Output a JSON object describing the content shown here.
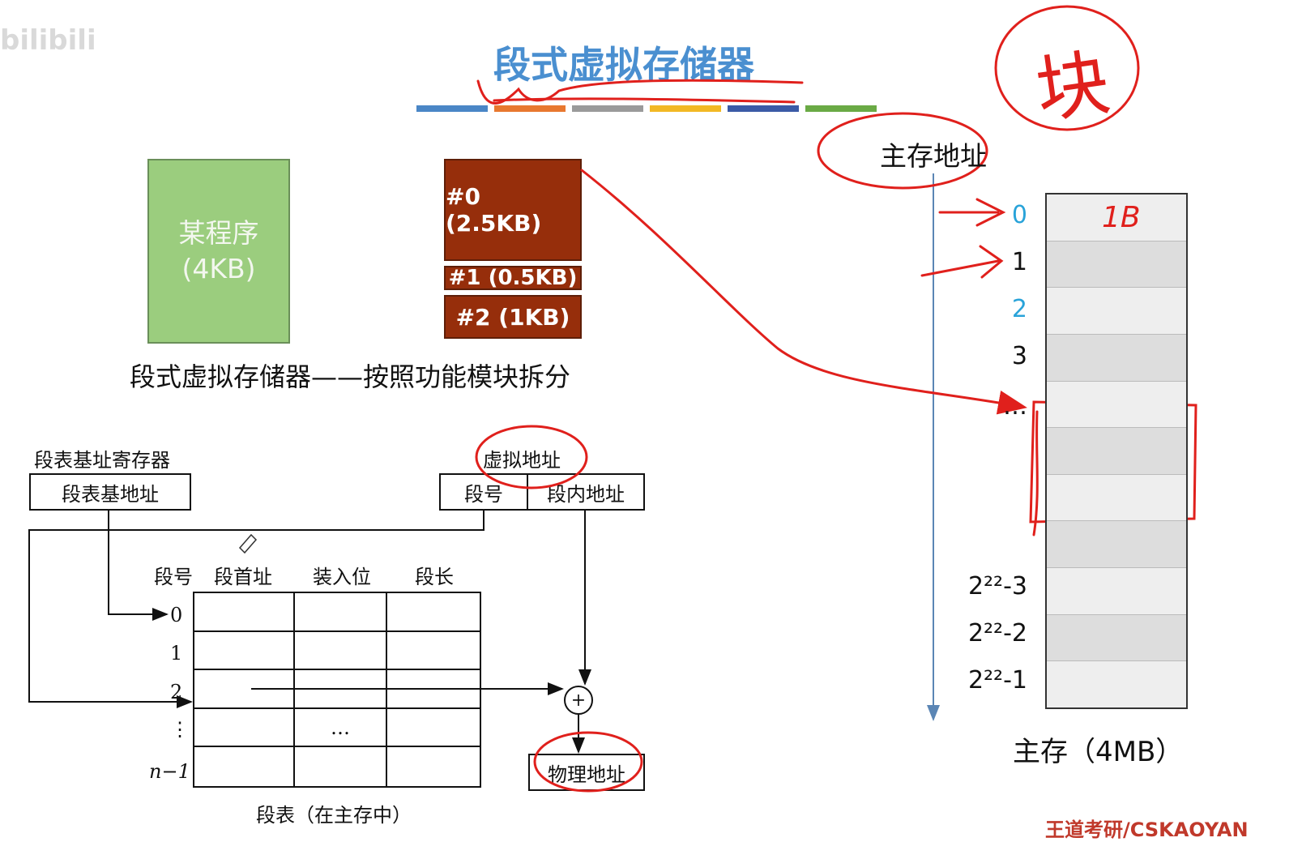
{
  "watermark": "bilibili",
  "title": "段式虚拟存储器",
  "color_bar": [
    "#4a86c6",
    "#e8782f",
    "#9a9a9a",
    "#f2b824",
    "#3b5aa6",
    "#6aaa45"
  ],
  "program": {
    "name": "某程序",
    "size": "(4KB)"
  },
  "segments": [
    "#0 (2.5KB)",
    "#1 (0.5KB)",
    "#2 (1KB)"
  ],
  "caption": "段式虚拟存储器——按照功能模块拆分",
  "diagram": {
    "seg_table_reg_label": "段表基址寄存器",
    "seg_table_base": "段表基地址",
    "virtual_addr_label": "虚拟地址",
    "seg_no": "段号",
    "seg_offset": "段内地址",
    "headers": [
      "段号",
      "段首址",
      "装入位",
      "段长"
    ],
    "row_labels": [
      "0",
      "1",
      "2",
      "⋮",
      "n−1"
    ],
    "ellipsis": "…",
    "physical_addr": "物理地址",
    "table_caption": "段表（在主存中）",
    "plus": "+"
  },
  "memory": {
    "addr_label": "主存地址",
    "addresses_top": [
      "0",
      "1",
      "2",
      "3",
      "…"
    ],
    "addresses_bottom": [
      "2²²-3",
      "2²²-2",
      "2²²-1"
    ],
    "caption": "主存（4MB）",
    "cell_count": 11
  },
  "handwriting": {
    "block": "块",
    "unit": "1B"
  },
  "footer": "王道考研/CSKAOYAN"
}
